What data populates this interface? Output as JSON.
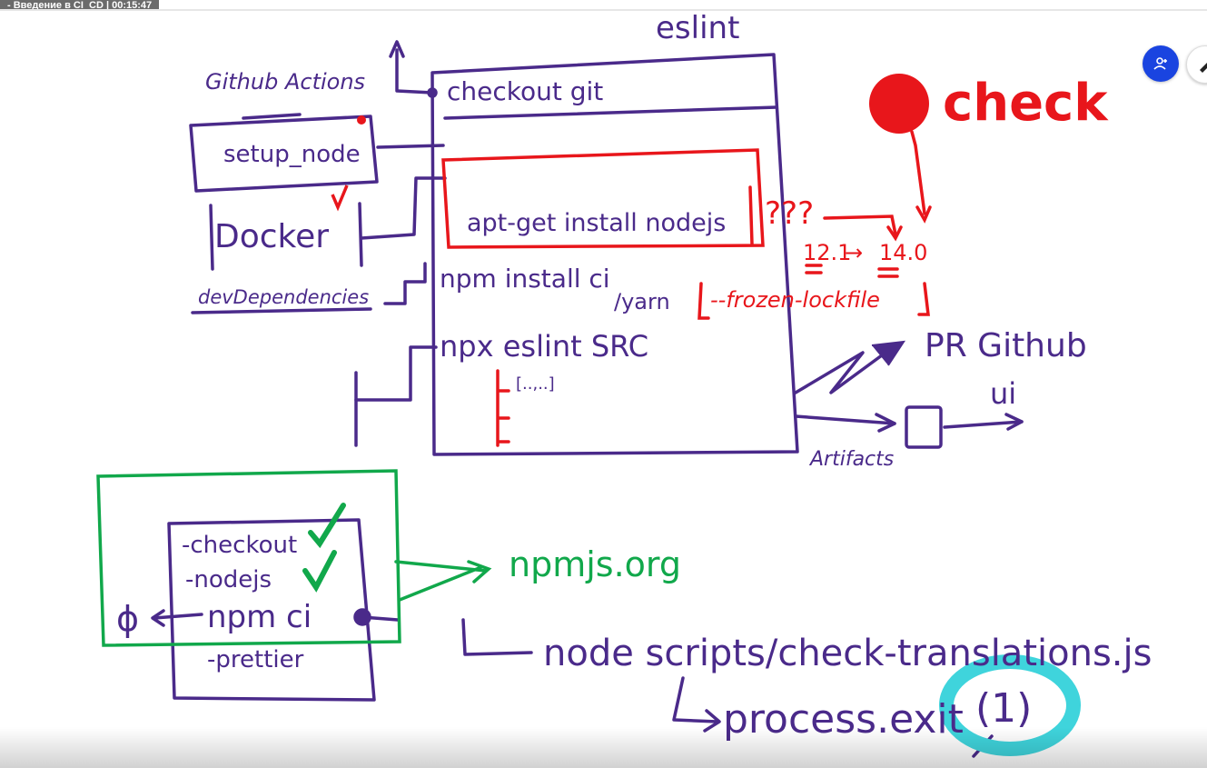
{
  "window": {
    "title": "- Введение в CI_CD | 00:15:47"
  },
  "colors": {
    "purple": "#4a2a8a",
    "red": "#e8161b",
    "green": "#11a84b",
    "cyan": "#3fd4dc",
    "accent": "#1a44e0"
  },
  "controls": {
    "user_icon": "person-plus-icon",
    "tool_icon": "pen-tool-icon"
  },
  "diagram": {
    "workflow_title": "eslint",
    "github_actions": "Github Actions",
    "setup_node": "setup_node",
    "docker": "Docker",
    "dev_dependencies": "devDependencies",
    "step_checkout": "checkout git",
    "step_apt": "apt-get install nodejs",
    "step_npm": "npm install ci",
    "step_yarn": "/yarn",
    "yarn_flag": "--frozen-lockfile",
    "step_npx": "npx eslint SRC",
    "npx_sub": "[..,..]",
    "questions": "???",
    "version_from": "12.1",
    "version_to": "14.0",
    "check_label": "check",
    "pr_label": "PR Github",
    "ui_label": "ui",
    "artifacts_label": "Artifacts",
    "list_items": [
      "-checkout",
      "-nodejs",
      "npm ci",
      "-prettier"
    ],
    "null_symbol": "ϕ",
    "npmjs": "npmjs.org",
    "node_script": "node scripts/check-translations.js",
    "process_exit": "process.exit",
    "exit_code": "(1)"
  }
}
